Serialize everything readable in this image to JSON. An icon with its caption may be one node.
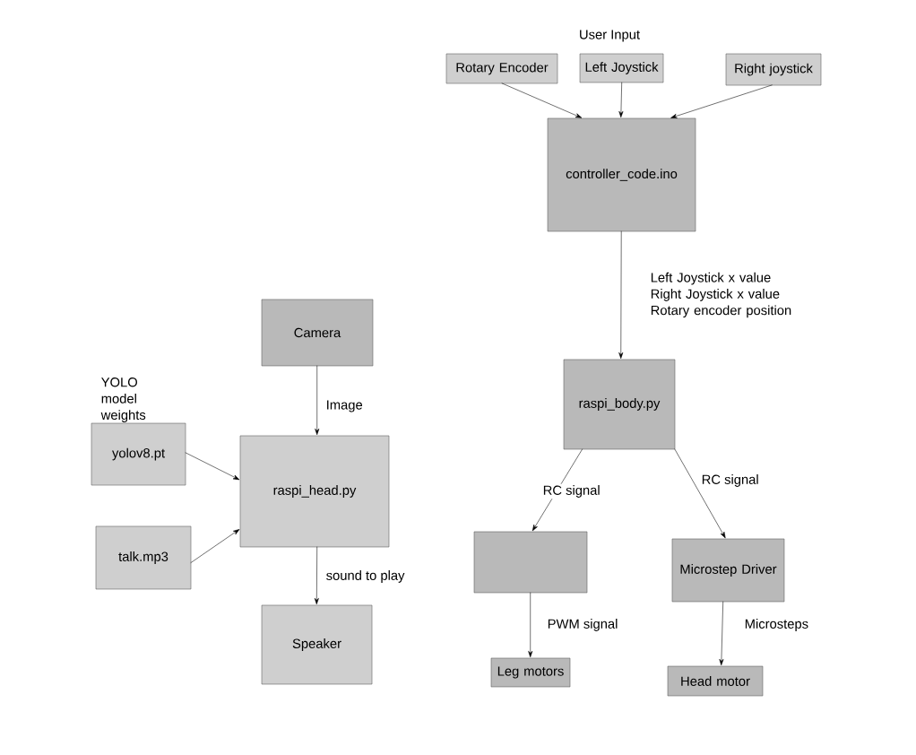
{
  "diagram": {
    "nodes": [
      {
        "text": [
          "Rotary Encoder"
        ]
      },
      {
        "text": [
          "Left Joystick"
        ]
      },
      {
        "text": [
          "Right joystick"
        ]
      },
      {
        "text": [
          "controller_code.ino"
        ]
      },
      {
        "text": [
          "raspi_body.py"
        ]
      },
      {
        "text": [],
        "shape": "box"
      },
      {
        "text": [
          "Microstep Driver"
        ]
      },
      {
        "text": [
          "Leg motors"
        ]
      },
      {
        "text": [
          "Head motor"
        ]
      },
      {
        "text": [
          "Camera"
        ]
      },
      {
        "text": [
          "yolov8.pt"
        ]
      },
      {
        "text": [
          "raspi_head.py"
        ]
      },
      {
        "text": [
          "talk.mp3"
        ]
      },
      {
        "text": [
          "Speaker"
        ]
      }
    ],
    "edges": [
      {
        "from": 0,
        "to": 3,
        "arrow": "to"
      },
      {
        "from": 1,
        "to": 3,
        "arrow": "to"
      },
      {
        "from": 2,
        "to": 3,
        "arrow": "to"
      },
      {
        "from": 3,
        "to": 4,
        "arrow": "to",
        "label": "Left Joystick x value Right Joystick x value Rotary encoder position"
      },
      {
        "from": 4,
        "to": 5,
        "arrow": "to",
        "label": "RC signal"
      },
      {
        "from": 4,
        "to": 6,
        "arrow": "to",
        "label": "RC signal"
      },
      {
        "from": 5,
        "to": 7,
        "arrow": "to",
        "label": "PWM signal"
      },
      {
        "from": 6,
        "to": 8,
        "arrow": "to",
        "label": "Microsteps"
      },
      {
        "from": 9,
        "to": 11,
        "arrow": "to",
        "label": "Image"
      },
      {
        "from": 10,
        "to": 11,
        "arrow": "to"
      },
      {
        "from": 12,
        "to": 11,
        "arrow": "to"
      },
      {
        "from": 11,
        "to": 13,
        "arrow": "to",
        "label": "sound to play"
      }
    ],
    "labels": [
      "User Input",
      "YOLO model weights"
    ]
  }
}
